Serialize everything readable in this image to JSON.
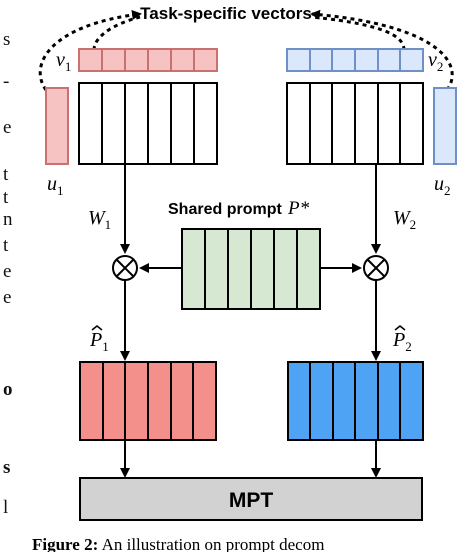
{
  "title_top": "Task-specific vectors",
  "labels": {
    "v1": "v",
    "v1_sub": "1",
    "v2": "v",
    "v2_sub": "2",
    "u1": "u",
    "u1_sub": "1",
    "u2": "u",
    "u2_sub": "2",
    "w1": "W",
    "w1_sub": "1",
    "w2": "W",
    "w2_sub": "2",
    "p1": "P",
    "p1_sub": "1",
    "p2": "P",
    "p2_sub": "2",
    "shared_prompt": "Shared prompt",
    "shared_prompt_sym": "P*",
    "mpt": "MPT"
  },
  "caption": "Figure 2: An illustration on prompt decom",
  "left_margin_chars": [
    "s",
    "-",
    "e",
    "t",
    "t",
    "n",
    "t",
    "e",
    "e",
    "o",
    "s",
    "l"
  ],
  "colors": {
    "red_light": "#f6c2c2",
    "red_light_stroke": "#c97070",
    "blue_light": "#dbe7fb",
    "blue_light_stroke": "#6f8fc8",
    "green": "#d6e8d2",
    "red_strong": "#f4908c",
    "blue_strong": "#4ea3f5",
    "mpt_fill": "#d2d2d2"
  }
}
